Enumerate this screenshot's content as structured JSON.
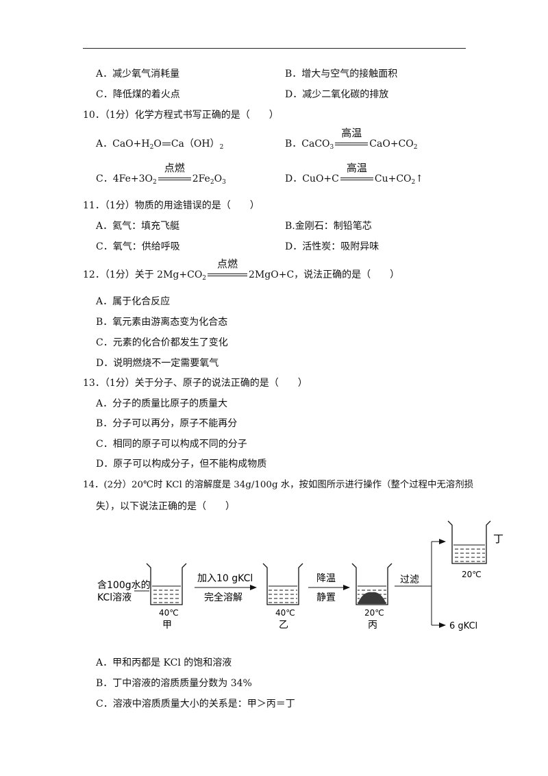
{
  "q9": {
    "optA": "A．减少氧气消耗量",
    "optB": "B．增大与空气的接触面积",
    "optC": "C．降低煤的着火点",
    "optD": "D．减少二氧化碳的排放"
  },
  "q10": {
    "stem": "10．（1分）化学方程式书写正确的是（　　）",
    "optA_pre": "A．CaO+H",
    "optA_sub1": "2",
    "optA_mid": "O",
    "optA_post": "Ca（OH）",
    "optA_sub2": "2",
    "optB_pre": "B．CaCO",
    "optB_sub1": "3",
    "optB_cond": "高温",
    "optB_post": "CaO+CO",
    "optB_sub2": "2",
    "optC_pre": "C．4Fe+3O",
    "optC_sub1": "2",
    "optC_cond": "点燃",
    "optC_post1": "2Fe",
    "optC_sub2": "2",
    "optC_post2": "O",
    "optC_sub3": "3",
    "optD_pre": "D．CuO+C",
    "optD_cond": "高温",
    "optD_post": "Cu+CO",
    "optD_sub": "2",
    "optD_arrow": "↑"
  },
  "q11": {
    "stem": "11．（1分）物质的用途错误的是（　　）",
    "optA": "A．氦气：填充飞艇",
    "optB": "B.金刚石：制铅笔芯",
    "optC": "C．氧气：供给呼吸",
    "optD": "D．活性炭：吸附异味"
  },
  "q12": {
    "stem_pre": "12．（1分）关于 2Mg+CO",
    "stem_sub": "2",
    "stem_cond": "点燃",
    "stem_post": "2MgO+C，说法正确的是（　　）",
    "optA": "A．属于化合反应",
    "optB": "B．氧元素由游离态变为化合态",
    "optC": "C．元素的化合价都发生了变化",
    "optD": "D．说明燃烧不一定需要氧气"
  },
  "q13": {
    "stem": "13．（1分）关于分子、原子的说法正确的是（　　）",
    "optA": "A．分子的质量比原子的质量大",
    "optB": "B．分子可以再分，原子不能再分",
    "optC": "C．相同的原子可以构成不同的分子",
    "optD": "D．原子可以构成分子，但不能构成物质"
  },
  "q14": {
    "stem1": "14．(2分）20℃时 KCl 的溶解度是 34g/100g 水，按如图所示进行操作（整个过程中无溶剂损",
    "stem2": "失），以下说法正确的是（　　）",
    "optA": "A．甲和丙都是 KCl 的饱和溶液",
    "optB": "B．丁中溶液的溶质质量分数为 34%",
    "optC": "C．溶液中溶质质量大小的关系是：甲＞丙＝丁"
  },
  "diagram": {
    "start_line1": "含100g水的",
    "start_line2": "KCl溶液",
    "step1_top": "加入10 gKCl",
    "step1_bottom": "完全溶解",
    "step2_top": "降温",
    "step2_bottom": "静置",
    "step3": "过滤",
    "jia_temp": "40℃",
    "jia_name": "甲",
    "yi_temp": "40℃",
    "yi_name": "乙",
    "bing_temp": "20℃",
    "bing_name": "丙",
    "ding_temp": "20℃",
    "ding_name": "丁",
    "precipitate": "6 gKCl"
  }
}
